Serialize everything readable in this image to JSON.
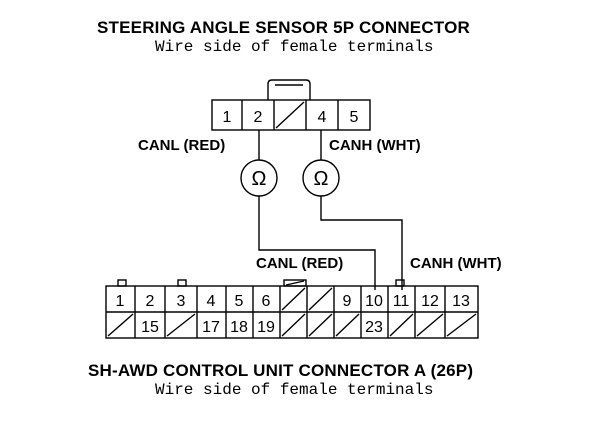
{
  "top_connector": {
    "title": "STEERING ANGLE SENSOR 5P CONNECTOR",
    "subtitle": "Wire side of female terminals",
    "pins": [
      "1",
      "2",
      "4",
      "5"
    ]
  },
  "meters": {
    "symbol": "Ω",
    "left_label": "CANL (RED)",
    "right_label": "CANH (WHT)"
  },
  "wires": {
    "canl_label": "CANL (RED)",
    "canh_label": "CANH (WHT)"
  },
  "bottom_connector": {
    "title": "SH-AWD CONTROL UNIT CONNECTOR A (26P)",
    "subtitle": "Wire side of female terminals",
    "top_row_pins": [
      "1",
      "2",
      "3",
      "4",
      "5",
      "6",
      "9",
      "10",
      "11",
      "12",
      "13"
    ],
    "bottom_row_pins": [
      "15",
      "17",
      "18",
      "19",
      "23"
    ]
  }
}
